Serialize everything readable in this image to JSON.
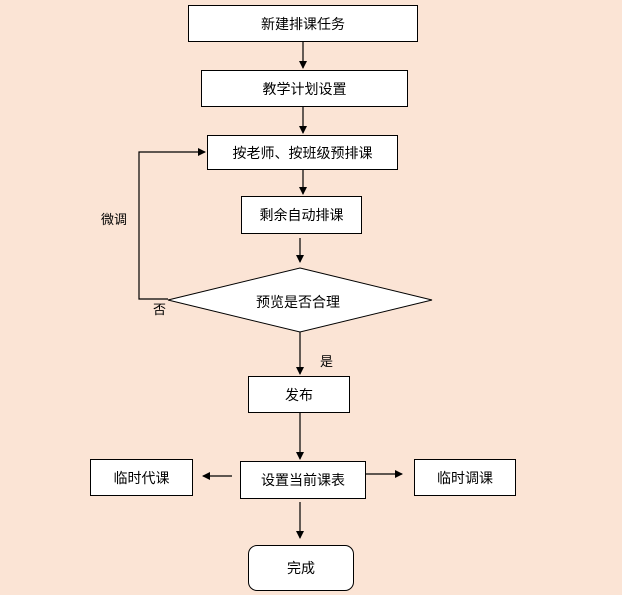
{
  "nodes": {
    "new_task": "新建排课任务",
    "teaching_plan": "教学计划设置",
    "by_teacher_class": "按老师、按班级预排课",
    "auto_schedule": "剩余自动排课",
    "preview_check": "预览是否合理",
    "publish": "发布",
    "set_current": "设置当前课表",
    "temp_substitute": "临时代课",
    "temp_adjust": "临时调课",
    "done": "完成"
  },
  "edge_labels": {
    "yes": "是",
    "no": "否",
    "fine_tune": "微调"
  }
}
